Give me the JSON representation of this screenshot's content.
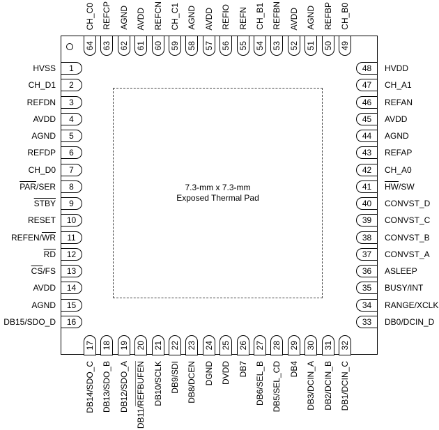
{
  "pad_label": [
    "7.3-mm x 7.3-mm",
    "Exposed Thermal Pad"
  ],
  "left_pins": [
    {
      "num": "1",
      "label": [
        {
          "t": "HVSS"
        }
      ]
    },
    {
      "num": "2",
      "label": [
        {
          "t": "CH_D1"
        }
      ]
    },
    {
      "num": "3",
      "label": [
        {
          "t": "REFDN"
        }
      ]
    },
    {
      "num": "4",
      "label": [
        {
          "t": "AVDD"
        }
      ]
    },
    {
      "num": "5",
      "label": [
        {
          "t": "AGND"
        }
      ]
    },
    {
      "num": "6",
      "label": [
        {
          "t": "REFDP"
        }
      ]
    },
    {
      "num": "7",
      "label": [
        {
          "t": "CH_D0"
        }
      ]
    },
    {
      "num": "8",
      "label": [
        {
          "t": "PAR",
          "o": true
        },
        {
          "t": "/SER"
        }
      ]
    },
    {
      "num": "9",
      "label": [
        {
          "t": "STBY",
          "o": true
        }
      ]
    },
    {
      "num": "10",
      "label": [
        {
          "t": "RESET"
        }
      ]
    },
    {
      "num": "11",
      "label": [
        {
          "t": "REFEN/"
        },
        {
          "t": "WR",
          "o": true
        }
      ]
    },
    {
      "num": "12",
      "label": [
        {
          "t": "RD",
          "o": true
        }
      ]
    },
    {
      "num": "13",
      "label": [
        {
          "t": "CS",
          "o": true
        },
        {
          "t": "/FS"
        }
      ]
    },
    {
      "num": "14",
      "label": [
        {
          "t": "AVDD"
        }
      ]
    },
    {
      "num": "15",
      "label": [
        {
          "t": "AGND"
        }
      ]
    },
    {
      "num": "16",
      "label": [
        {
          "t": "DB15/SDO_D"
        }
      ]
    }
  ],
  "bottom_pins": [
    {
      "num": "17",
      "label": [
        {
          "t": "DB14/SDO_C"
        }
      ]
    },
    {
      "num": "18",
      "label": [
        {
          "t": "DB13/SDO_B"
        }
      ]
    },
    {
      "num": "19",
      "label": [
        {
          "t": "DB12/SDO_A"
        }
      ]
    },
    {
      "num": "20",
      "label": [
        {
          "t": "DB11/"
        },
        {
          "t": "REFBUFEN",
          "o": true
        }
      ]
    },
    {
      "num": "21",
      "label": [
        {
          "t": "DB10/SCLK"
        }
      ]
    },
    {
      "num": "22",
      "label": [
        {
          "t": "DB9/SDI"
        }
      ]
    },
    {
      "num": "23",
      "label": [
        {
          "t": "DB8/DCEN"
        }
      ]
    },
    {
      "num": "24",
      "label": [
        {
          "t": "DGND"
        }
      ]
    },
    {
      "num": "25",
      "label": [
        {
          "t": "DVDD"
        }
      ]
    },
    {
      "num": "26",
      "label": [
        {
          "t": "DB7"
        }
      ]
    },
    {
      "num": "27",
      "label": [
        {
          "t": "DB6/SEL_B"
        }
      ]
    },
    {
      "num": "28",
      "label": [
        {
          "t": "DB5/SEL_CD"
        }
      ]
    },
    {
      "num": "29",
      "label": [
        {
          "t": "DB4"
        }
      ]
    },
    {
      "num": "30",
      "label": [
        {
          "t": "DB3/DCIN_A"
        }
      ]
    },
    {
      "num": "31",
      "label": [
        {
          "t": "DB2/DCIN_B"
        }
      ]
    },
    {
      "num": "32",
      "label": [
        {
          "t": "DB1/DCIN_C"
        }
      ]
    }
  ],
  "right_pins": [
    {
      "num": "48",
      "label": [
        {
          "t": "HVDD"
        }
      ]
    },
    {
      "num": "47",
      "label": [
        {
          "t": "CH_A1"
        }
      ]
    },
    {
      "num": "46",
      "label": [
        {
          "t": "REFAN"
        }
      ]
    },
    {
      "num": "45",
      "label": [
        {
          "t": "AVDD"
        }
      ]
    },
    {
      "num": "44",
      "label": [
        {
          "t": "AGND"
        }
      ]
    },
    {
      "num": "43",
      "label": [
        {
          "t": "REFAP"
        }
      ]
    },
    {
      "num": "42",
      "label": [
        {
          "t": "CH_A0"
        }
      ]
    },
    {
      "num": "41",
      "label": [
        {
          "t": "HW",
          "o": true
        },
        {
          "t": "/SW"
        }
      ]
    },
    {
      "num": "40",
      "label": [
        {
          "t": "CONVST_D"
        }
      ]
    },
    {
      "num": "39",
      "label": [
        {
          "t": "CONVST_C"
        }
      ]
    },
    {
      "num": "38",
      "label": [
        {
          "t": "CONVST_B"
        }
      ]
    },
    {
      "num": "37",
      "label": [
        {
          "t": "CONVST_A"
        }
      ]
    },
    {
      "num": "36",
      "label": [
        {
          "t": "ASLEEP"
        }
      ]
    },
    {
      "num": "35",
      "label": [
        {
          "t": "BUSY/INT"
        }
      ]
    },
    {
      "num": "34",
      "label": [
        {
          "t": "RANGE/XCLK"
        }
      ]
    },
    {
      "num": "33",
      "label": [
        {
          "t": "DB0/DCIN_D"
        }
      ]
    }
  ],
  "top_pins": [
    {
      "num": "64",
      "label": [
        {
          "t": "CH_C0"
        }
      ]
    },
    {
      "num": "63",
      "label": [
        {
          "t": "REFCP"
        }
      ]
    },
    {
      "num": "62",
      "label": [
        {
          "t": "AGND"
        }
      ]
    },
    {
      "num": "61",
      "label": [
        {
          "t": "AVDD"
        }
      ]
    },
    {
      "num": "60",
      "label": [
        {
          "t": "REFCN"
        }
      ]
    },
    {
      "num": "59",
      "label": [
        {
          "t": "CH_C1"
        }
      ]
    },
    {
      "num": "58",
      "label": [
        {
          "t": "AGND"
        }
      ]
    },
    {
      "num": "57",
      "label": [
        {
          "t": "AVDD"
        }
      ]
    },
    {
      "num": "56",
      "label": [
        {
          "t": "REFIO"
        }
      ]
    },
    {
      "num": "55",
      "label": [
        {
          "t": "REFN"
        }
      ]
    },
    {
      "num": "54",
      "label": [
        {
          "t": "CH_B1"
        }
      ]
    },
    {
      "num": "53",
      "label": [
        {
          "t": "REFBN"
        }
      ]
    },
    {
      "num": "52",
      "label": [
        {
          "t": "AVDD"
        }
      ]
    },
    {
      "num": "51",
      "label": [
        {
          "t": "AGND"
        }
      ]
    },
    {
      "num": "50",
      "label": [
        {
          "t": "REFBP"
        }
      ]
    },
    {
      "num": "49",
      "label": [
        {
          "t": "CH_B0"
        }
      ]
    }
  ]
}
